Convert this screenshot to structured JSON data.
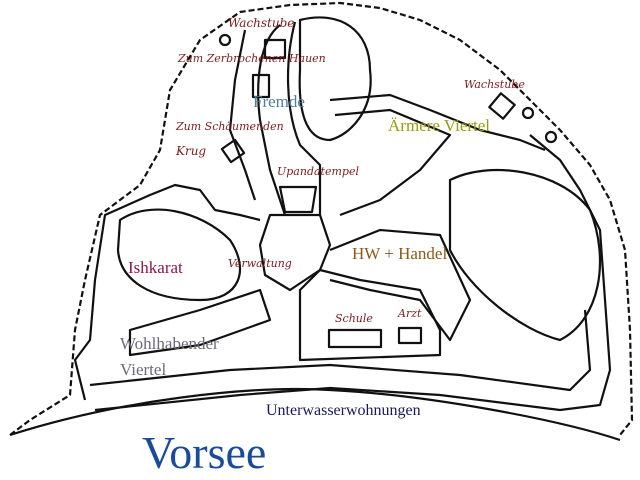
{
  "map": {
    "title": "Vorsee",
    "labels": {
      "wachstube_north": "Wachstube",
      "zerbrochenen": "Zum Zerbrochenen Hauen",
      "fremde": "Fremde",
      "schaeumenden_1": "Zum Schäumenden",
      "schaeumenden_2": "Krug",
      "upandatempel": "Upandatempel",
      "wachstube_east": "Wachstube",
      "aermere": "Ärmere Viertel",
      "ishkarat": "Ishkarat",
      "verwaltung": "Verwaltung",
      "hw_handel": "HW + Handel",
      "schule": "Schule",
      "arzt": "Arzt",
      "wohlhabender_1": "Wohlhabender",
      "wohlhabender_2": "Viertel",
      "unterwasser": "Unterwasserwohnungen"
    },
    "colors": {
      "building_names": "#7a1d1d",
      "fremde": "#4f7f9a",
      "aermere": "#9a9a10",
      "ishkarat": "#8a1a4a",
      "hw_handel": "#8a5a1a",
      "wohlhabender": "#6a6a7a",
      "unterwasser": "#1a1a5a",
      "title": "#1a4a9a"
    }
  }
}
